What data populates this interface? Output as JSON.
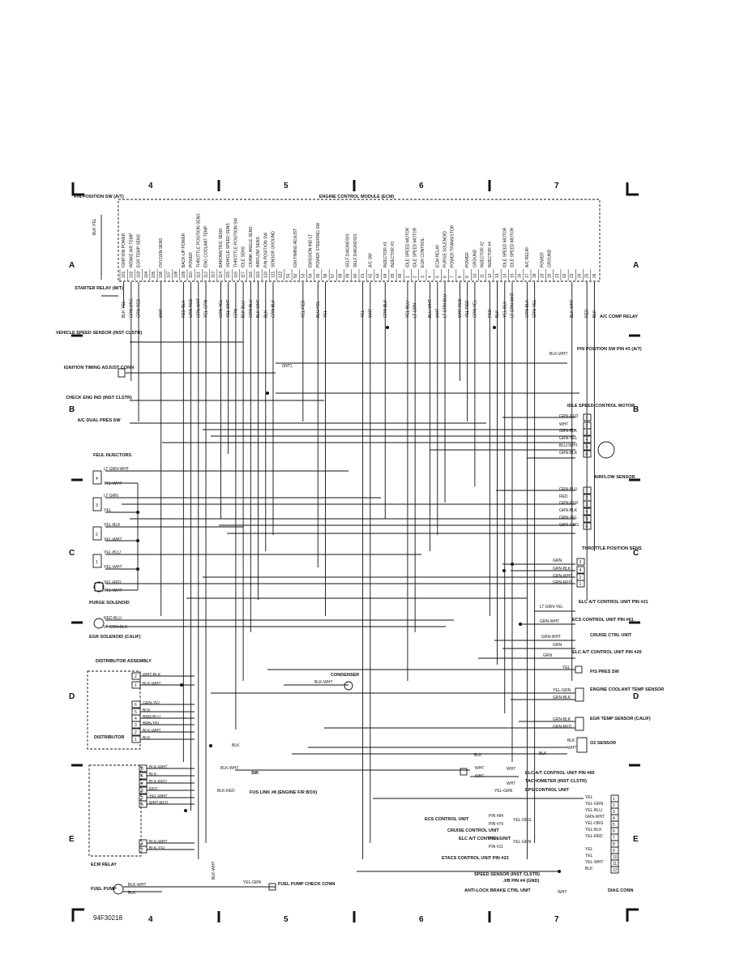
{
  "diagram": {
    "title": "ENGINE CONTROL MODULE (ECM)",
    "footer_code": "94F30218",
    "columns_top": [
      "4",
      "5",
      "6",
      "7"
    ],
    "columns_bottom": [
      "4",
      "5",
      "6",
      "7"
    ],
    "rows": [
      "A",
      "B",
      "C",
      "D",
      "E"
    ]
  },
  "ecm": {
    "functions": [
      "IGNITION POWER",
      "INTAKE AIR TEMP",
      "EGR TEMP SENS",
      "",
      "",
      "OXYGEN SENS",
      "",
      "",
      "BACK-UP POWER",
      "POWER",
      "THROTTLE POSITION SENS",
      "ENG COOLANT TEMP",
      "",
      "BAROMETRIC SENS",
      "VEHICLE SPEED SENS",
      "THROTTLE POSITION SW",
      "IDLE SENS",
      "CRANK ANGLE SENS",
      "AIRFLOW SENS",
      "P/N POSITION SW",
      "SENSOR GROUND",
      "",
      "",
      "IGN TIMING ADJUST",
      "",
      "EMISSION IND LT",
      "POWER STEERING SW",
      "",
      "",
      "",
      "SELF DIAGNOSIS",
      "SELF DIAGNOSIS",
      "",
      "A/C SW",
      "",
      "INJECTOR #1",
      "INJECTOR #3",
      "",
      "IDLE SPEED MOTOR",
      "IDLE SPEED MOTOR",
      "EGR CONTROL",
      "",
      "ECM RELAY",
      "PURGE SOLENOID",
      "POWER TRANSISTOR",
      "",
      "POWER",
      "GROUND",
      "INJECTOR #2",
      "INJECTOR #4",
      "",
      "IDLE SPEED MOTOR",
      "IDLE SPEED MOTOR",
      "",
      "A/C RELAY",
      "",
      "POWER",
      "GROUND"
    ],
    "pins_left": [
      "101",
      "102",
      "103",
      "104",
      "105",
      "106",
      "107",
      "108",
      "109",
      "110",
      "111",
      "112",
      "113",
      "114",
      "115",
      "116",
      "117",
      "118",
      "119",
      "120",
      "121",
      "122"
    ],
    "pins_mid": [
      "51",
      "52",
      "53",
      "54",
      "55",
      "56",
      "57",
      "58",
      "59",
      "60",
      "61",
      "62",
      "63",
      "64",
      "65",
      "66"
    ],
    "pins_right": [
      "1",
      "2",
      "3",
      "4",
      "5",
      "6",
      "7",
      "8",
      "9",
      "10",
      "11",
      "12",
      "13",
      "14",
      "15",
      "16",
      "17",
      "18",
      "19",
      "20",
      "21",
      "22",
      "23",
      "24",
      "25",
      "26"
    ],
    "wires_left": [
      "BLK-YEL",
      "GRN-ORG",
      "GRN-RED",
      "",
      "",
      "WHT",
      "",
      "",
      "RED-BLK",
      "GRN-RED",
      "GRN-WHT",
      "YEL-GRN",
      "",
      "GRN-YEL",
      "YEL-WHT",
      "GRN",
      "BLK-BLU",
      "GRN-BLU",
      "BLK-WHT",
      "BLK",
      "GRN-BLK",
      ""
    ],
    "wires_mid": [
      "",
      "",
      "YEL-RED",
      "",
      "BLU-YEL",
      "YEL",
      "",
      "",
      "",
      "",
      "YEL",
      "WHT",
      "",
      "GRN-BLK",
      "",
      ""
    ],
    "wires_right": [
      "YEL-BLU",
      "LT GRN",
      "",
      "BLU-WHT",
      "WHT",
      "LT GRN-BLU",
      "",
      "WHT-RED",
      "YEL-RED",
      "GRN-YEL",
      "",
      "RED",
      "BLK",
      "YEL-BLK",
      "LT GRN-WHT",
      "",
      "GRN-BLK",
      "GRN-YEL",
      "",
      "",
      "",
      "",
      "BLK-WHT",
      "",
      "RED",
      "BLK"
    ]
  },
  "left_labels": {
    "pn_switch": "P/N POSITION SW (A/T)",
    "blk_yel": "BLK-YEL",
    "starter_relay": "STARTER RELAY (M/T)",
    "vehicle_speed": "VEHICLE SPEED SENSOR (INST CLSTR)",
    "ign_timing": "IGNITION TIMING ADJUST CONN",
    "check_eng": "CHECK ENG IND (INST CLSTR)",
    "ac_dual": "A/C DUAL PRES SW",
    "injectors": "FEUL INJECTORS",
    "purge": "PURGE SOLENOID",
    "egr": "EGR SOLENOID (CALIF)",
    "distributor_assembly": "DISTRIBUTOR ASSEMBLY",
    "distributor": "DISTRIBUTOR",
    "ecm_relay": "ECM RELAY",
    "fuel_pump": "FUEL PUMP"
  },
  "injector_wires": [
    "LT GRN-WHT",
    "YEL-WHT",
    "LT GRN",
    "YEL",
    "YEL-BLK",
    "YEL-WHT",
    "YEL-BLU",
    "YEL-WHT"
  ],
  "injector_pins": [
    "4",
    "3",
    "2",
    "1"
  ],
  "purge_wires": [
    "YEL-RED",
    "YEL-WHT"
  ],
  "egr_wires": [
    "RED-BLU",
    "LT GRN-BLU"
  ],
  "distributor_wires": [
    "WHT-BLK",
    "BLK-WHT",
    "GRN-YEL",
    "BLK",
    "BRN-BLU",
    "BRN-YEL",
    "BLK-WHT",
    "BLK"
  ],
  "distributor_pins": [
    "2",
    "1",
    "6",
    "5",
    "4",
    "3",
    "2",
    "1"
  ],
  "relay_wires": [
    "BLK-WHT",
    "BLK",
    "BLK-RED",
    "RED",
    "YEL-WHT",
    "WHT-RED",
    "BLK-WHT",
    "BLK-YEL"
  ],
  "relay_pins": [
    "8",
    "6",
    "4",
    "3",
    "2",
    "5",
    "1",
    "7"
  ],
  "center_labels": {
    "condenser": "CONDENSER",
    "blk_wht": "BLK-WHT",
    "mt": "(M/T)",
    "blk": "BLK",
    "sw": "SW",
    "fus_link": "FUS LINK #8 (ENGINE F/R BOX)",
    "blk_red": "BLK-RED",
    "fuel_pump_check": "FUEL PUMP CHECK CONN",
    "yel_grn": "YEL-GRN",
    "blk_wht_v": "BLK-WHT",
    "fp_blk_wht": "BLK-WHT",
    "fp_blk": "BLK"
  },
  "right_labels": {
    "ac_comp": "A/C COMP RELAY",
    "pn_pin3": "P/N POSITION SW PIN #3 (A/T)",
    "pn_wire": "BLK-WHT",
    "idle_motor": "IDLE SPEED CONTROL MOTOR",
    "airflow": "AIRFLOW SENSOR",
    "throttle": "THROTTLE POSITION SENS",
    "elc_21": "ELC A/T CONTROL UNIT PIN #21",
    "elc_21_wire": "LT GRN-YEL",
    "ecs_61": "ECS CONTROL UNIT PIN #61",
    "ecs_61_wire": "GRN-WHT",
    "cruise": "CRUISE CTRL UNIT",
    "cruise_wires": [
      "GRN-WHT",
      "GRN"
    ],
    "elc_20": "ELC A/T CONTROL UNIT PIN #20",
    "elc_20_wire": "GRN",
    "ps_pres": "P/S PRES SW",
    "ps_wire": "YEL",
    "coolant": "ENGINE COOLANT TEMP SENSOR",
    "coolant_wires": [
      "YEL-GRN",
      "GRN-BLK"
    ],
    "egr_temp": "EGR TEMP SENSOR (CALIF)",
    "egr_temp_wires": [
      "GRN-BLK",
      "GRN-RED"
    ],
    "o2": "O2 SENSOR",
    "o2_wires": [
      "BLK",
      "WHT"
    ],
    "o2_blk": "BLK",
    "o2_blk2": "BLK",
    "elc_65": "ELC A/T CONTROL UNIT PIN #65",
    "tach": "TACHOMETER (INST CLSTR)",
    "tach_wires": [
      "WHT",
      "WHT",
      "WHT",
      "WHT"
    ],
    "eps": "EPS CONTROL UNIT",
    "eps_wire": "YEL-GRN",
    "ecs_ctrl": "ECS CONTROL UNIT",
    "ecs_pins": [
      "PIN #84",
      "PIN #79"
    ],
    "ecs_wire": "YEL-ORG",
    "cruise_ctrl": "CRUISE CONTROL UNIT",
    "elc_ctrl": "ELC A/T CONTROL UNIT",
    "elc_pins": [
      "PIN #9",
      "PIN #11"
    ],
    "elc_wire": "YEL-GRN",
    "etacs": "ETACS CONTROL UNIT PIN #23",
    "speed": "SPEED SENSOR (INST CLSTR)",
    "jb": "J/B PIN #4 (GND)",
    "abs": "ANTI-LOCK BRAKE CTRL UNIT",
    "abs_wire": "WHT",
    "diag": "DIAG CONN"
  },
  "idle_motor_wires": [
    "GRN-RED",
    "WHT",
    "GRN-BLK",
    "GRN-YEL",
    "BLU-WHT",
    "GRN-BLK"
  ],
  "idle_motor_pins": [
    "1",
    "2",
    "3",
    "4",
    "5",
    "6"
  ],
  "airflow_wires": [
    "GRN-BLU",
    "RED",
    "GRN-RED",
    "GRN-BLK",
    "GRN-YEL",
    "GRN-ORG"
  ],
  "airflow_pins": [
    "1",
    "2",
    "3",
    "4",
    "5",
    "6"
  ],
  "throttle_wires": [
    "GRN",
    "GRN-BLK",
    "GRN-WHT",
    "GRN-RED"
  ],
  "throttle_pins": [
    "3",
    "4",
    "2",
    "1"
  ],
  "diag_wires": [
    "YEL",
    "YEL-GRN",
    "YEL-BLU",
    "GRN-WHT",
    "YEL-ORG",
    "YEL-BLK",
    "YEL-RED",
    "",
    "YEL",
    "YEL",
    "YEL-WHT",
    "BLK"
  ],
  "diag_pins": [
    "1",
    "2",
    "3",
    "4",
    "5",
    "6",
    "7",
    "8",
    "9",
    "10",
    "11",
    "12"
  ]
}
